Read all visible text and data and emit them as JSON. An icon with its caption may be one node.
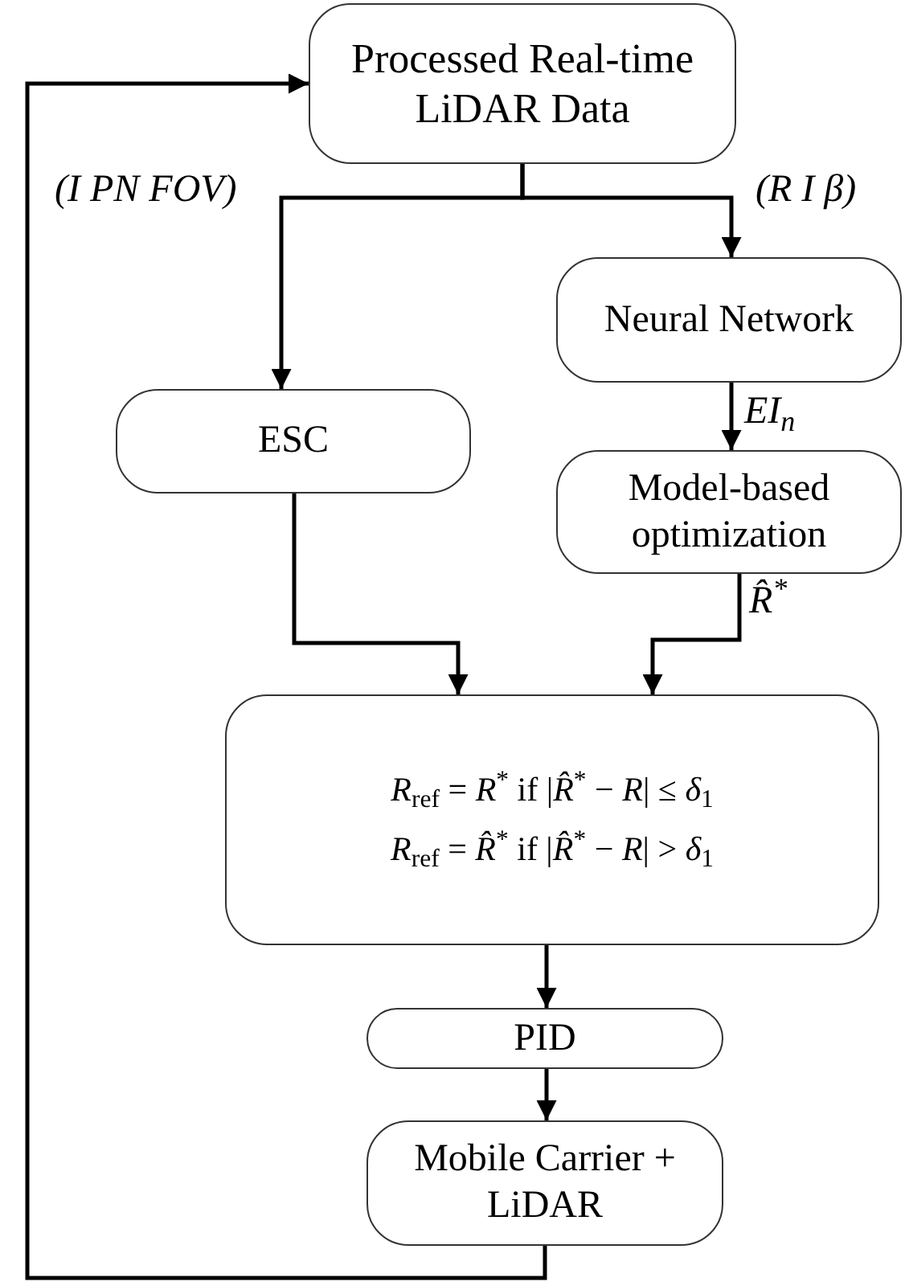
{
  "diagram": {
    "nodes": [
      {
        "text": [
          "Processed Real-time LiDAR Data"
        ]
      },
      {
        "text": [
          "ESC"
        ]
      },
      {
        "text": [
          "Neural Network"
        ]
      },
      {
        "text": [
          "Model-based optimization"
        ]
      },
      {
        "text": [
          "*R*$_{ref}$ = *R*$^{*}$ if |*R̂*$^{*}$ − *R*| ≤ *δ*$_{1}$",
          "*R*$_{ref}$ = *R̂*$^{*}$ if |*R̂*$^{*}$ − *R*| > *δ*$_{1}$"
        ]
      },
      {
        "text": [
          "PID"
        ]
      },
      {
        "text": [
          "Mobile Carrier + LiDAR"
        ]
      }
    ],
    "edges": [
      {
        "from": 0,
        "to": 1,
        "arrow": "to",
        "label": "(I PN FOV)"
      },
      {
        "from": 0,
        "to": 2,
        "arrow": "to",
        "label": "(R I β)"
      },
      {
        "from": 2,
        "to": 3,
        "arrow": "to",
        "label": "EI$_{n}$"
      },
      {
        "from": 1,
        "to": 4,
        "arrow": "to"
      },
      {
        "from": 3,
        "to": 4,
        "arrow": "to",
        "label": "R̂$^{*}$"
      },
      {
        "from": 4,
        "to": 5,
        "arrow": "to"
      },
      {
        "from": 5,
        "to": 6,
        "arrow": "to"
      },
      {
        "from": 6,
        "to": 0,
        "arrow": "to"
      }
    ]
  }
}
